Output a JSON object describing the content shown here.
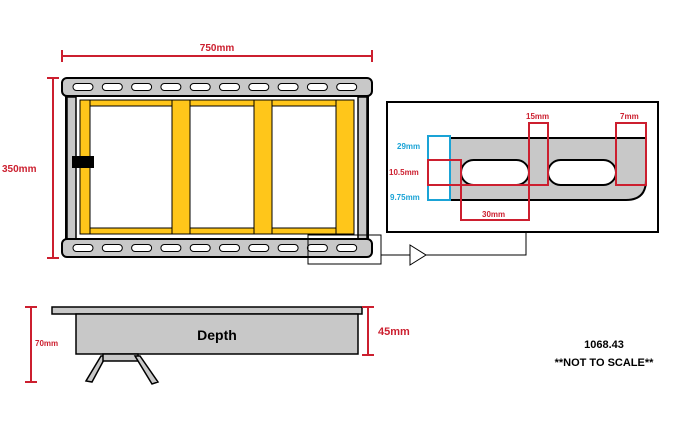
{
  "top_view": {
    "width_label": "750mm",
    "height_label": "350mm"
  },
  "detail": {
    "dim_29": "29mm",
    "dim_10_5": "10.5mm",
    "dim_9_75": "9.75mm",
    "dim_15": "15mm",
    "dim_7": "7mm",
    "dim_30": "30mm"
  },
  "side_view": {
    "height_label": "70mm",
    "depth_label": "Depth",
    "depth_dim": "45mm"
  },
  "notes": {
    "reference": "1068.43",
    "scale_note": "**NOT TO SCALE**"
  },
  "colors": {
    "rail_gray": "#c8c8c8",
    "crossbar_yellow": "#ffc61a",
    "dimension_red": "#cc1f2f",
    "dimension_blue": "#1aa3d6",
    "outline": "#000000"
  }
}
